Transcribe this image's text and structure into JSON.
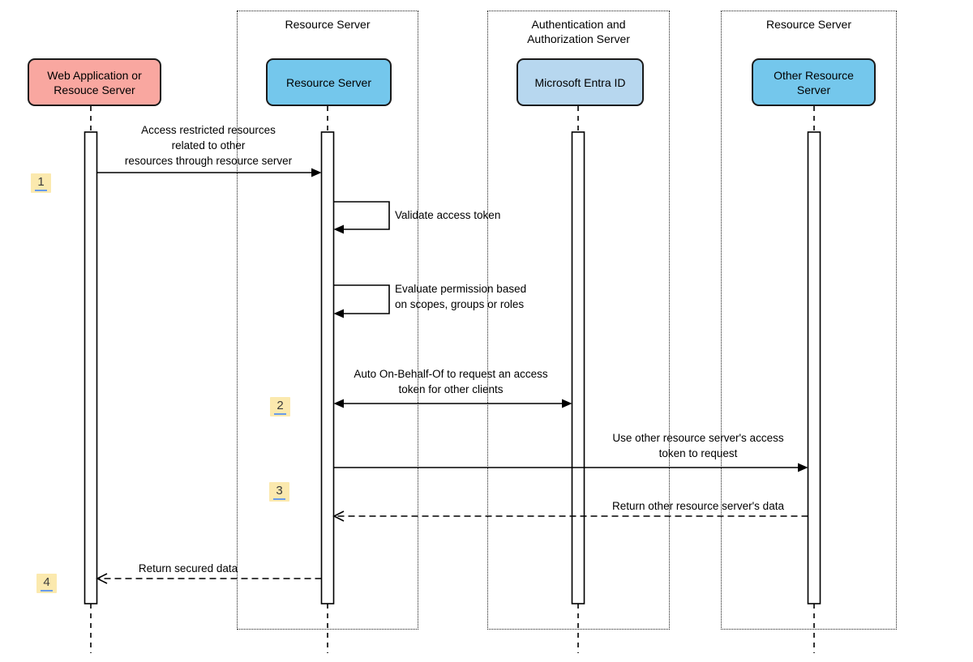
{
  "colors": {
    "actor_pink": "#F9A7A0",
    "actor_blue": "#74C7EC",
    "actor_light_blue": "#B7D7EF",
    "badge_yellow": "#FBE9AE",
    "badge_underline": "#699BE8",
    "line": "#000000",
    "bg": "#ffffff"
  },
  "groups": [
    {
      "title": "Resource Server"
    },
    {
      "title": "Authentication and\nAuthorization Server"
    },
    {
      "title": "Resource Server"
    }
  ],
  "actors": [
    {
      "label": "Web Application or\nResouce Server"
    },
    {
      "label": "Resource Server"
    },
    {
      "label": "Microsoft Entra ID"
    },
    {
      "label": "Other Resource\nServer"
    }
  ],
  "messages": {
    "access_restricted": "Access restricted resources\nrelated to other\nresources through resource server",
    "validate_token": "Validate access token",
    "evaluate_permission": "Evaluate permission based\non scopes, groups or roles",
    "auto_obo": "Auto On-Behalf-Of to request an access\ntoken for other clients",
    "use_other_token": "Use other resource server's access\ntoken to request",
    "return_other_data": "Return other resource server's data",
    "return_secured": "Return secured data"
  },
  "badges": {
    "b1": "1",
    "b2": "2",
    "b3": "3",
    "b4": "4"
  }
}
